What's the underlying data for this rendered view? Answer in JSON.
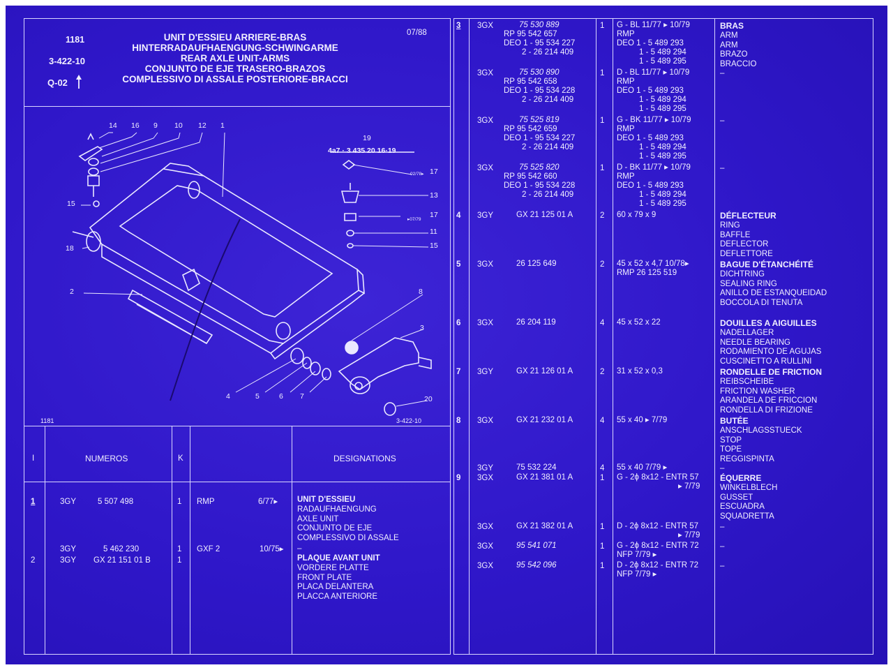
{
  "header": {
    "code": "1181",
    "ref": "3-422-10",
    "group": "Q-02",
    "date": "07/88",
    "titles": [
      "UNIT D'ESSIEU ARRIERE-BRAS",
      "HINTERRADAUFHAENGUNG-SCHWINGARME",
      "REAR AXLE UNIT-ARMS",
      "CONJUNTO DE EJE TRASERO-BRAZOS",
      "COMPLESSIVO DI ASSALE POSTERIORE-BRACCI"
    ]
  },
  "diagram": {
    "code_left": "1181",
    "code_right": "3-422-10",
    "callouts": {
      "c14": "14",
      "c16": "16",
      "c9": "9",
      "c10": "10",
      "c12": "12",
      "c1": "1",
      "c19": "19",
      "c19ref": "4a7 · 3 435 20 16·19",
      "c17a": "17",
      "c13": "13",
      "c17b": "17",
      "c11": "11",
      "c15r": "15",
      "c15l": "15",
      "c18": "18",
      "c2": "2",
      "c8": "8",
      "c3": "3",
      "c4": "4",
      "c5": "5",
      "c6": "6",
      "c7": "7",
      "c20": "20",
      "note17a": "02/78▸",
      "note17b": "▸07/79"
    }
  },
  "left_table": {
    "headers": {
      "index": "I",
      "numbers": "NUMEROS",
      "k": "K",
      "designations": "DESIGNATIONS"
    },
    "rows": [
      {
        "idx": "1",
        "model": "3GY",
        "number": "5 507 498",
        "qty": "1",
        "note": "RMP",
        "date": "6/77▸",
        "names": [
          "UNIT D'ESSIEU",
          "RADAUFHAENGUNG",
          "AXLE UNIT",
          "CONJUNTO DE EJE",
          "COMPLESSIVO DI ASSALE"
        ]
      },
      {
        "idx": "",
        "model": "3GY",
        "number": "5 462 230",
        "qty": "1",
        "note": "GXF 2",
        "date": "10/75▸",
        "names": [
          "–"
        ]
      },
      {
        "idx": "2",
        "model": "3GY",
        "number": "GX 21 151 01 B",
        "qty": "1",
        "note": "",
        "date": "",
        "names": [
          "PLAQUE AVANT UNIT",
          "VORDERE PLATTE",
          "FRONT PLATE",
          "PLACA DELANTERA",
          "PLACCA ANTERIORE"
        ]
      }
    ]
  },
  "right_table": {
    "rows": [
      {
        "idx": "3",
        "model": "3GX",
        "refs": [
          "75 530 889",
          "RP 95 542 657",
          "DEO 1 - 95 534 227",
          "2 - 26 214 409"
        ],
        "qty": "1",
        "spec": [
          "G - BL   11/77 ▸ 10/79",
          "RMP",
          "DEO 1 - 5 489 293",
          "1 - 5 489 294",
          "1 - 5 489 295"
        ],
        "names": [
          "BRAS",
          "ARM",
          "ARM",
          "BRAZO",
          "BRACCIO"
        ]
      },
      {
        "idx": "",
        "model": "3GX",
        "refs": [
          "75 530 890",
          "RP 95 542 658",
          "DEO 1 - 95 534 228",
          "2 - 26 214 409"
        ],
        "qty": "1",
        "spec": [
          "D - BL   11/77 ▸ 10/79",
          "RMP",
          "DEO 1 - 5 489 293",
          "1 - 5 489 294",
          "1 - 5 489 295"
        ],
        "names": [
          "–"
        ]
      },
      {
        "idx": "",
        "model": "3GX",
        "refs": [
          "75 525 819",
          "RP 95 542 659",
          "DEO 1 - 95 534 227",
          "2 - 26 214 409"
        ],
        "qty": "1",
        "spec": [
          "G - BK   11/77 ▸ 10/79",
          "RMP",
          "DEO 1 - 5 489 293",
          "1 - 5 489 294",
          "1 - 5 489 295"
        ],
        "names": [
          "–"
        ]
      },
      {
        "idx": "",
        "model": "3GX",
        "refs": [
          "75 525 820",
          "RP 95 542 660",
          "DEO 1 - 95 534 228",
          "2 - 26 214 409"
        ],
        "qty": "1",
        "spec": [
          "D - BK   11/77 ▸ 10/79",
          "RMP",
          "DEO 1 - 5 489 293",
          "1 - 5 489 294",
          "1 - 5 489 295"
        ],
        "names": [
          "–"
        ]
      },
      {
        "idx": "4",
        "model": "3GY",
        "refs": [
          "GX 21 125 01 A"
        ],
        "qty": "2",
        "spec": [
          "60 x 79 x 9"
        ],
        "names": [
          "DÉFLECTEUR",
          "RING",
          "BAFFLE",
          "DEFLECTOR",
          "DEFLETTORE"
        ]
      },
      {
        "idx": "5",
        "model": "3GX",
        "refs": [
          "26 125 649"
        ],
        "qty": "2",
        "spec": [
          "45 x 52 x 4,7      10/78▸",
          "RMP 26 125 519"
        ],
        "names": [
          "BAGUE D'ÉTANCHÉITÉ",
          "DICHTRING",
          "SEALING RING",
          "ANILLO DE ESTANQUEIDAD",
          "BOCCOLA DI TENUTA"
        ]
      },
      {
        "idx": "6",
        "model": "3GX",
        "refs": [
          "26 204 119"
        ],
        "qty": "4",
        "spec": [
          "45 x 52 x 22"
        ],
        "names": [
          "DOUILLES A AIGUILLES",
          "NADELLAGER",
          "NEEDLE BEARING",
          "RODAMIENTO DE AGUJAS",
          "CUSCINETTO A RULLINI"
        ]
      },
      {
        "idx": "7",
        "model": "3GY",
        "refs": [
          "GX 21 126 01 A"
        ],
        "qty": "2",
        "spec": [
          "31 x 52 x 0,3"
        ],
        "names": [
          "RONDELLE DE FRICTION",
          "REIBSCHEIBE",
          "FRICTION WASHER",
          "ARANDELA DE FRICCION",
          "RONDELLA DI FRIZIONE"
        ]
      },
      {
        "idx": "8",
        "model": "3GX",
        "refs": [
          "GX 21 232 01 A"
        ],
        "qty": "4",
        "spec": [
          "55 x 40         ▸ 7/79"
        ],
        "names": [
          "BUTÉE",
          "ANSCHLAGSSTUECK",
          "STOP",
          "TOPE",
          "REGGISPINTA"
        ]
      },
      {
        "idx": "",
        "model": "3GY",
        "refs": [
          "75 532 224"
        ],
        "qty": "4",
        "spec": [
          "55 x 40          7/79 ▸"
        ],
        "names": [
          "–"
        ]
      },
      {
        "idx": "9",
        "model": "3GX",
        "refs": [
          "GX 21 381 01 A"
        ],
        "qty": "1",
        "spec": [
          "G - 2ϕ 8x12 - ENTR 57",
          "▸ 7/79"
        ],
        "names": [
          "ÉQUERRE",
          "WINKELBLECH",
          "GUSSET",
          "ESCUADRA",
          "SQUADRETTA"
        ]
      },
      {
        "idx": "",
        "model": "3GX",
        "refs": [
          "GX 21 382 01 A"
        ],
        "qty": "1",
        "spec": [
          "D - 2ϕ 8x12 - ENTR 57",
          "▸ 7/79"
        ],
        "names": [
          "–"
        ]
      },
      {
        "idx": "",
        "model": "3GX",
        "refs": [
          "95 541 071"
        ],
        "qty": "1",
        "spec": [
          "G - 2ϕ 8x12 - ENTR 72",
          "NFP            7/79 ▸"
        ],
        "names": [
          "–"
        ]
      },
      {
        "idx": "",
        "model": "3GX",
        "refs": [
          "95 542 096"
        ],
        "qty": "1",
        "spec": [
          "D - 2ϕ 8x12 - ENTR 72",
          "NFP            7/79 ▸"
        ],
        "names": [
          "–"
        ]
      }
    ]
  }
}
